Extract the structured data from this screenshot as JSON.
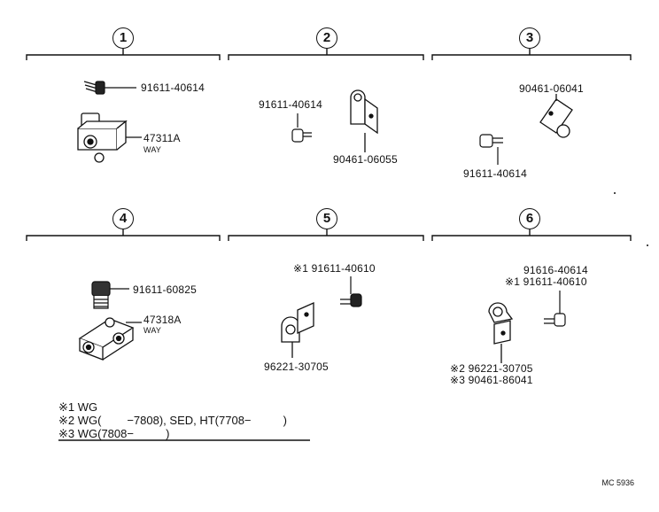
{
  "sections": [
    {
      "num": "1",
      "labels": [
        "91611-40614",
        "47311A",
        "WAY"
      ]
    },
    {
      "num": "2",
      "labels": [
        "91611-40614",
        "90461-06055"
      ]
    },
    {
      "num": "3",
      "labels": [
        "90461-06041",
        "91611-40614"
      ]
    },
    {
      "num": "4",
      "labels": [
        "91611-60825",
        "47318A",
        "WAY"
      ]
    },
    {
      "num": "5",
      "labels": [
        "※1 91611-40610",
        "96221-30705"
      ]
    },
    {
      "num": "6",
      "labels": [
        "91616-40614",
        "※1 91611-40610",
        "※2 96221-30705",
        "※3 90461-86041"
      ]
    }
  ],
  "notes": [
    "※1 WG",
    "※2 WG(        −7808), SED, HT(7708−          )",
    "※3 WG(7808−          )"
  ],
  "code": "MC 5936"
}
